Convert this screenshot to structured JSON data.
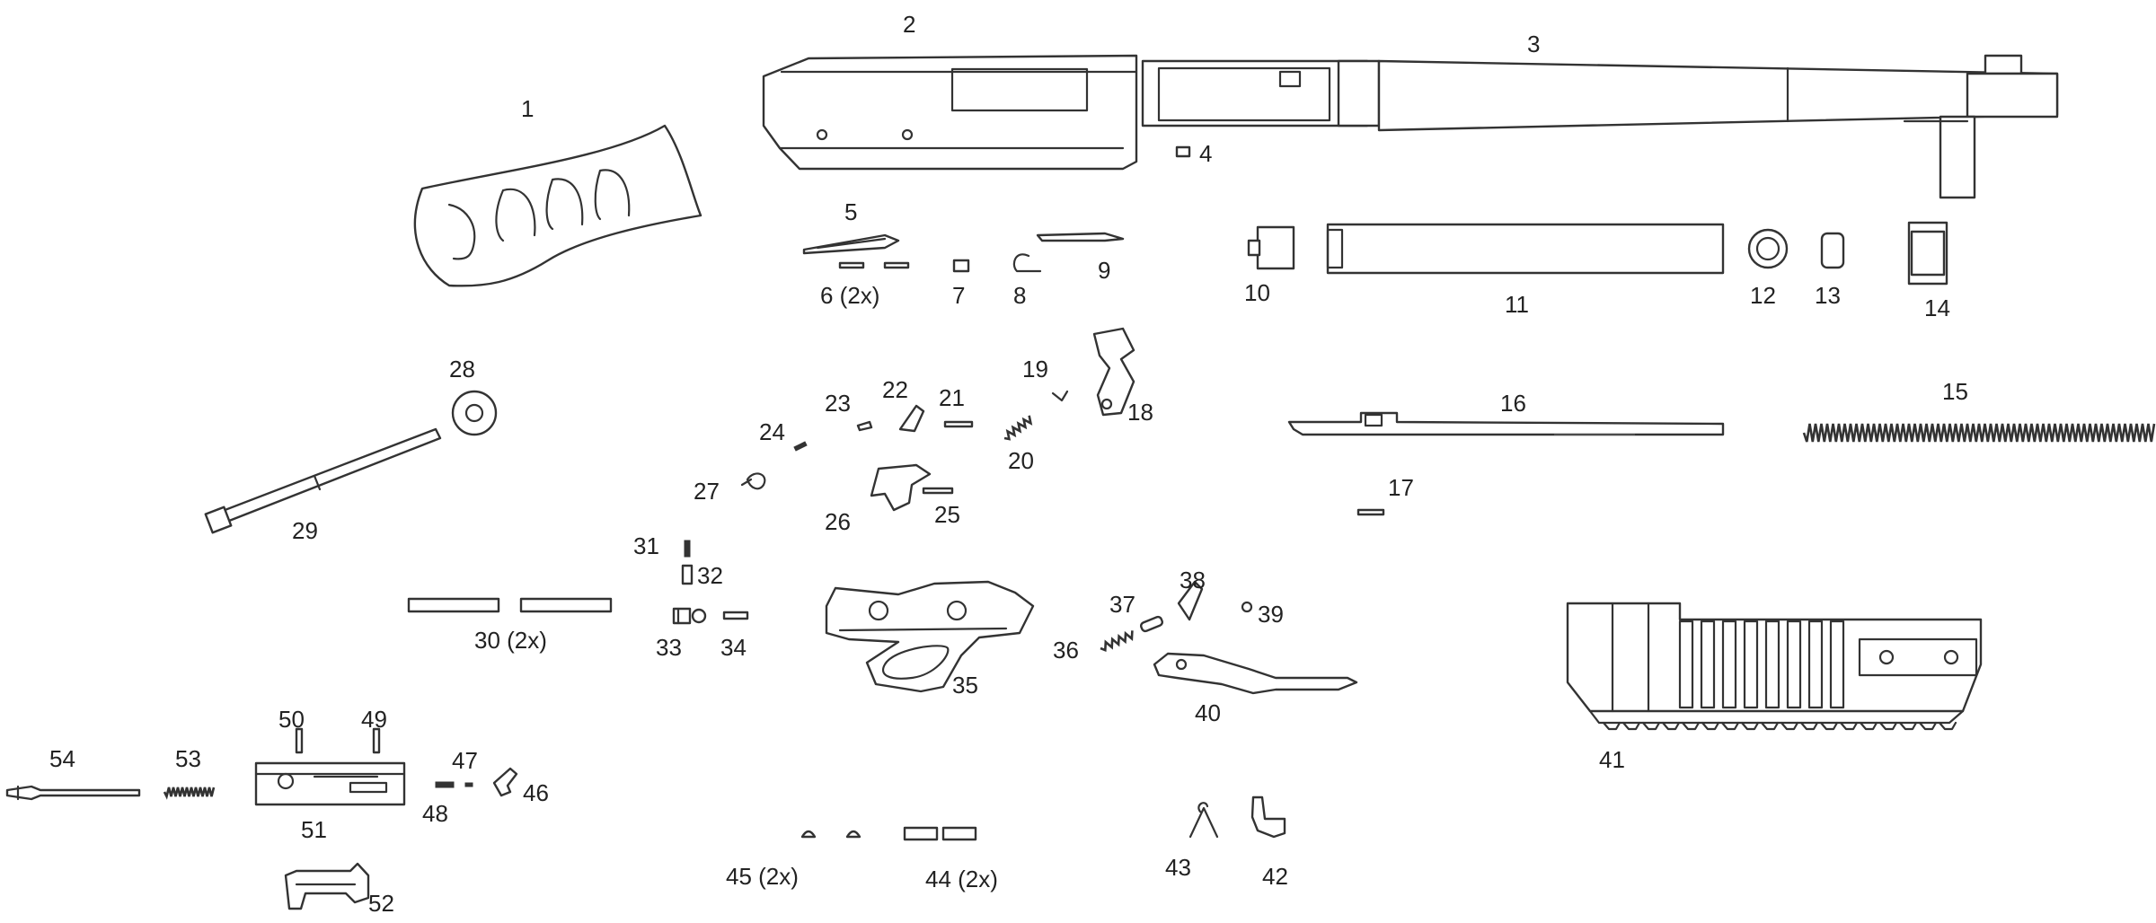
{
  "labels": {
    "p1": "1",
    "p2": "2",
    "p3": "3",
    "p4": "4",
    "p5": "5",
    "p6": "6 (2x)",
    "p7": "7",
    "p8": "8",
    "p9": "9",
    "p10": "10",
    "p11": "11",
    "p12": "12",
    "p13": "13",
    "p14": "14",
    "p15": "15",
    "p16": "16",
    "p17": "17",
    "p18": "18",
    "p19": "19",
    "p20": "20",
    "p21": "21",
    "p22": "22",
    "p23": "23",
    "p24": "24",
    "p25": "25",
    "p26": "26",
    "p27": "27",
    "p28": "28",
    "p29": "29",
    "p30": "30 (2x)",
    "p31": "31",
    "p32": "32",
    "p33": "33",
    "p34": "34",
    "p35": "35",
    "p36": "36",
    "p37": "37",
    "p38": "38",
    "p39": "39",
    "p40": "40",
    "p41": "41",
    "p42": "42",
    "p43": "43",
    "p44": "44 (2x)",
    "p45": "45 (2x)",
    "p46": "46",
    "p47": "47",
    "p48": "48",
    "p49": "49",
    "p50": "50",
    "p51": "51",
    "p52": "52",
    "p53": "53",
    "p54": "54"
  },
  "colors": {
    "stroke": "#333333",
    "background": "#ffffff"
  }
}
